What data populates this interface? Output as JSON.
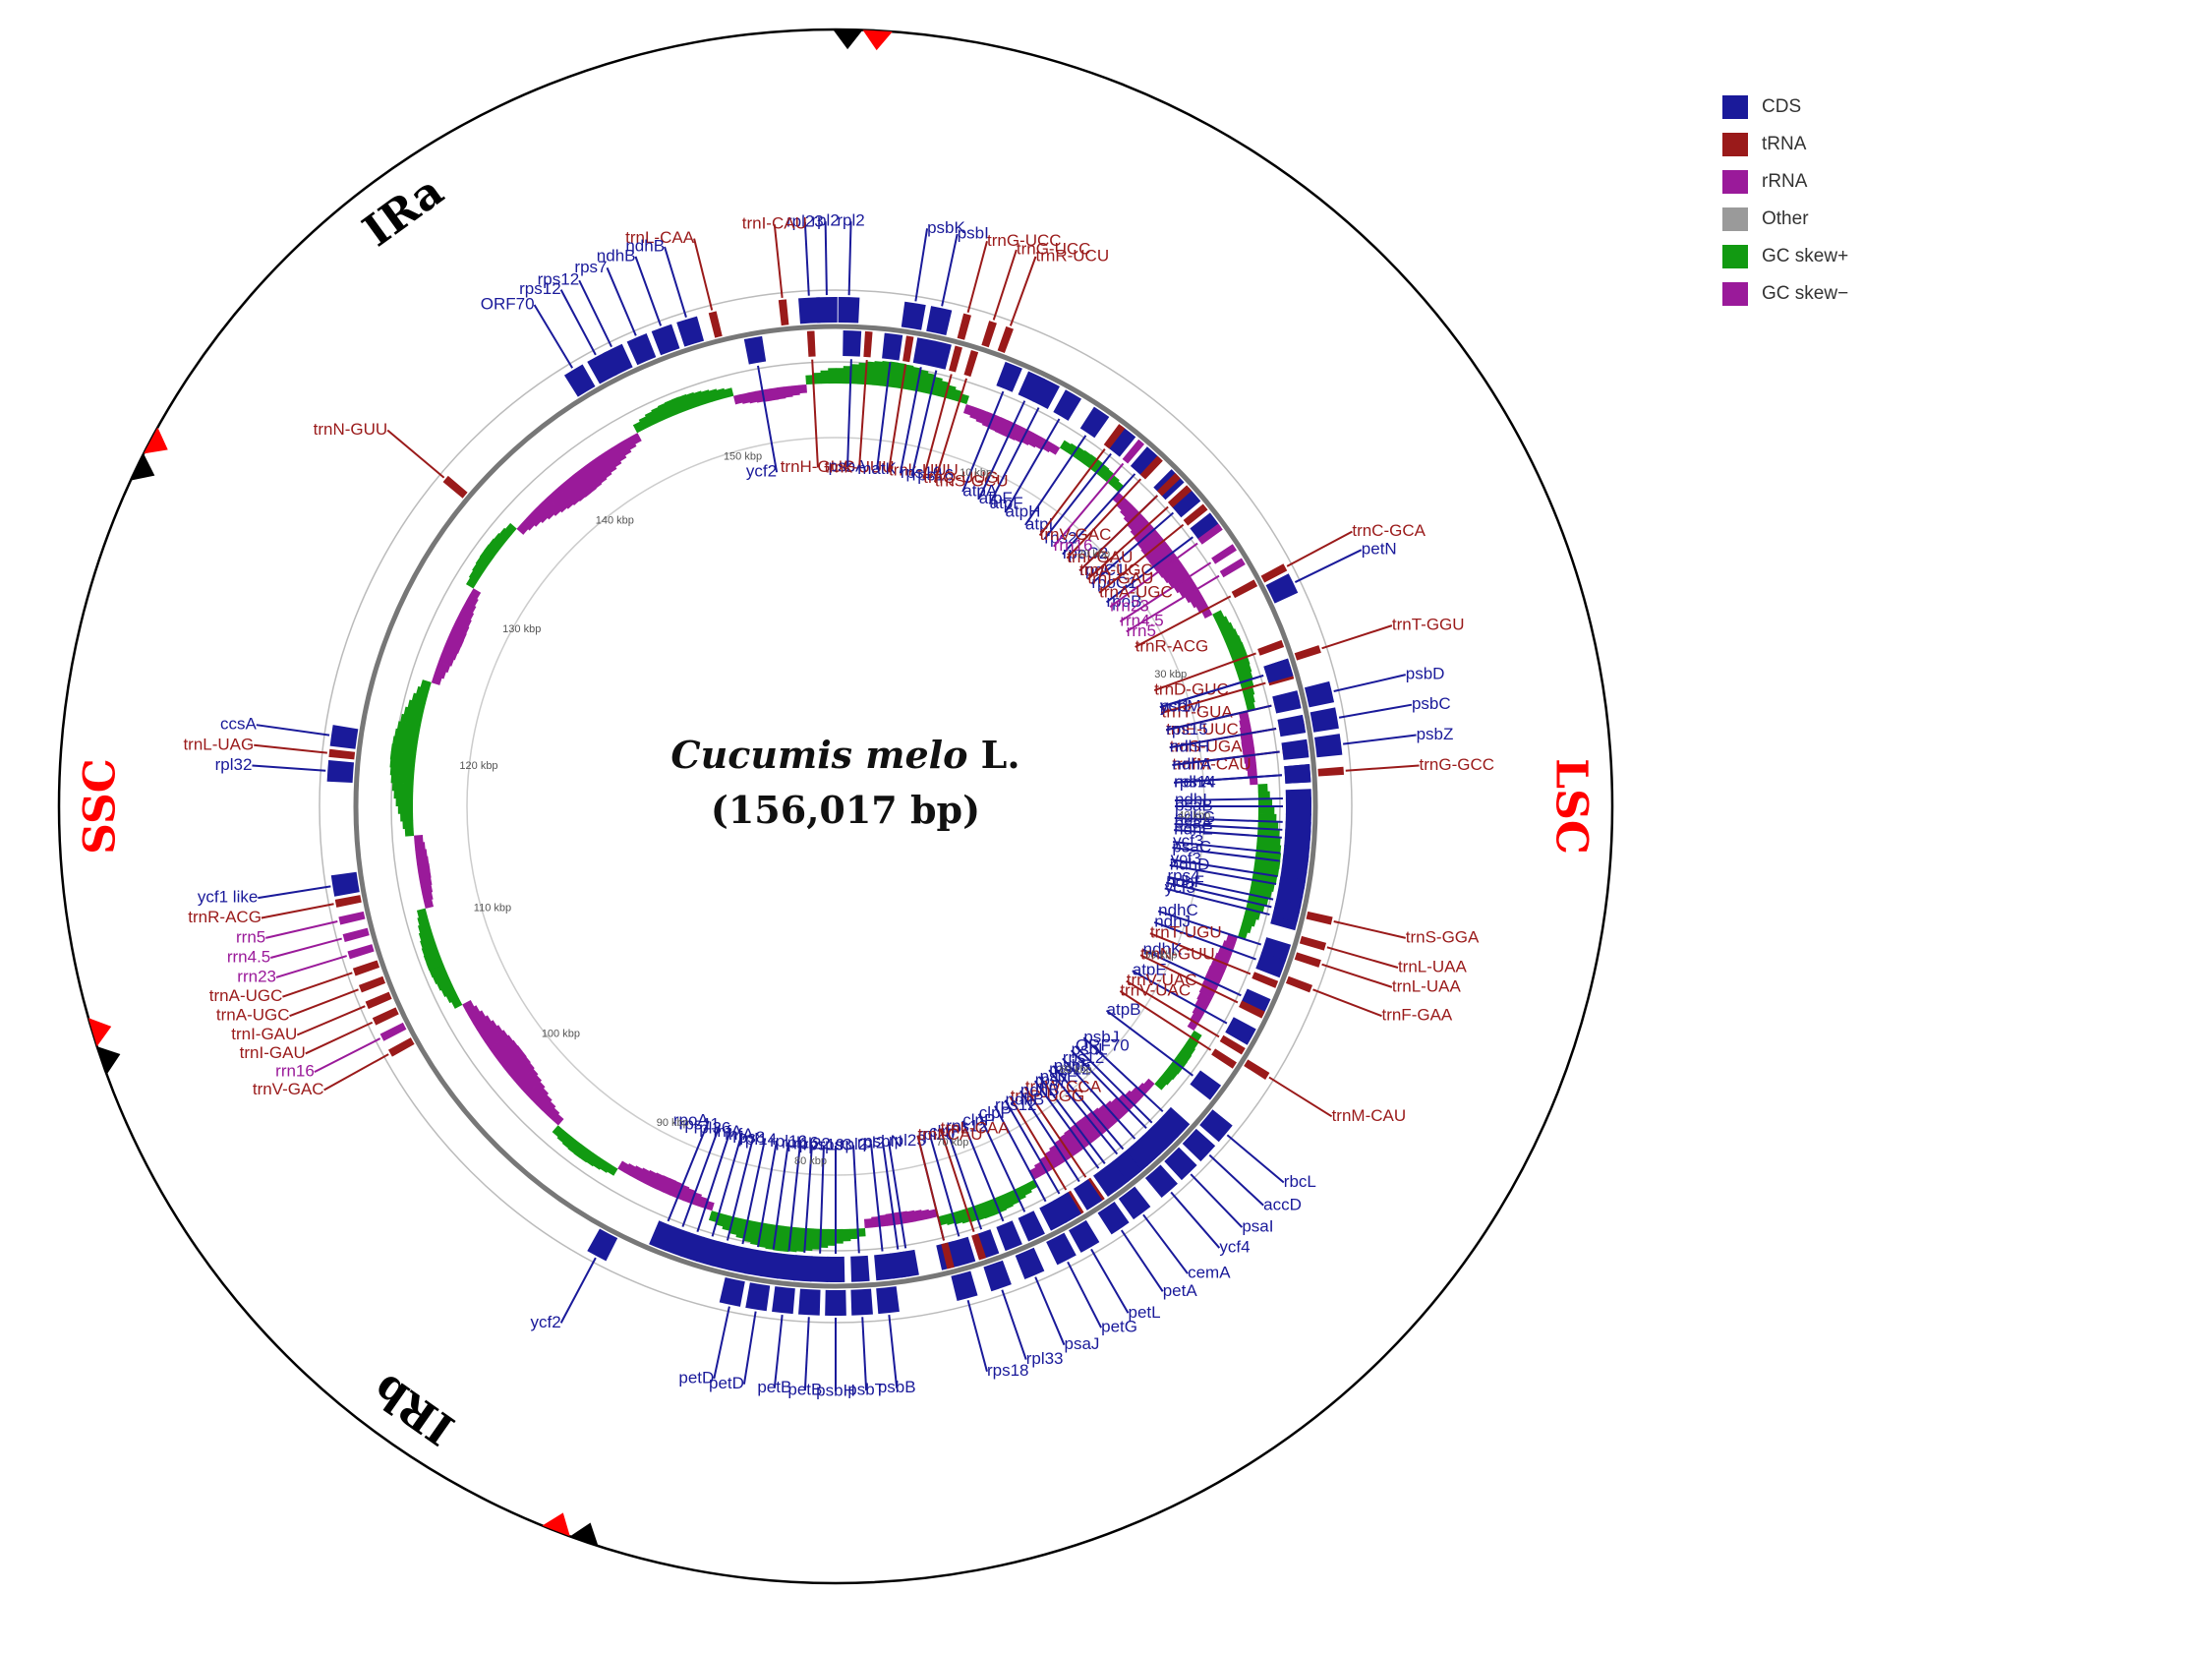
{
  "colors": {
    "cds": "#1a1a9a",
    "trna": "#9a1a1a",
    "rrna": "#9a1a9a",
    "other": "#9a9a9a",
    "gc_plus": "#129a12",
    "gc_minus": "#9a1a9a",
    "region_red": "#ff0000",
    "region_black": "#000000"
  },
  "title": {
    "species": "Cucumis melo",
    "authority": "L.",
    "length": "(156,017 bp)"
  },
  "legend": [
    {
      "label": "CDS",
      "color": "#1a1a9a"
    },
    {
      "label": "tRNA",
      "color": "#9a1a1a"
    },
    {
      "label": "rRNA",
      "color": "#9a1a9a"
    },
    {
      "label": "Other",
      "color": "#9a9a9a"
    },
    {
      "label": "GC skew+",
      "color": "#129a12"
    },
    {
      "label": "GC skew−",
      "color": "#9a1a9a"
    }
  ],
  "regions": [
    {
      "label": "IRa",
      "angle": -36,
      "color": "black"
    },
    {
      "label": "SSC",
      "angle": -90,
      "color": "red"
    },
    {
      "label": "IRb",
      "angle": -145,
      "color": "black"
    },
    {
      "label": "LSC",
      "angle": 90,
      "color": "red"
    }
  ],
  "boundaries": [
    {
      "angle": 2
    },
    {
      "angle": -63
    },
    {
      "angle": -108
    },
    {
      "angle": -160
    }
  ],
  "kbp_ticks": [
    "10 kbp",
    "20 kbp",
    "30 kbp",
    "40 kbp",
    "50 kbp",
    "60 kbp",
    "70 kbp",
    "80 kbp",
    "90 kbp",
    "100 kbp",
    "110 kbp",
    "120 kbp",
    "130 kbp",
    "140 kbp",
    "150 kbp"
  ],
  "genes_outer": [
    {
      "name": "rpl23",
      "type": "cds",
      "ang": -3
    },
    {
      "name": "rpl2",
      "type": "cds",
      "ang": -1
    },
    {
      "name": "rpl2",
      "type": "cds",
      "ang": 1.5
    },
    {
      "name": "trnI-CAU",
      "type": "trna",
      "ang": -6
    },
    {
      "name": "trnL-CAA",
      "type": "trna",
      "ang": -14
    },
    {
      "name": "ndhB",
      "type": "cds",
      "ang": -17
    },
    {
      "name": "ndhB",
      "type": "cds",
      "ang": -20
    },
    {
      "name": "rps7",
      "type": "cds",
      "ang": -23
    },
    {
      "name": "rps12",
      "type": "cds",
      "ang": -26
    },
    {
      "name": "rps12",
      "type": "cds",
      "ang": -28
    },
    {
      "name": "ORF70",
      "type": "cds",
      "ang": -31
    },
    {
      "name": "trnN-GUU",
      "type": "trna",
      "ang": -50
    },
    {
      "name": "ccsA",
      "type": "cds",
      "ang": -82
    },
    {
      "name": "trnL-UAG",
      "type": "trna",
      "ang": -84
    },
    {
      "name": "rpl32",
      "type": "cds",
      "ang": -86
    },
    {
      "name": "ycf1 like",
      "type": "cds",
      "ang": -99
    },
    {
      "name": "trnR-ACG",
      "type": "trna",
      "ang": -101
    },
    {
      "name": "rrn5",
      "type": "rrna",
      "ang": -103
    },
    {
      "name": "rrn4.5",
      "type": "rrna",
      "ang": -105
    },
    {
      "name": "rrn23",
      "type": "rrna",
      "ang": -107
    },
    {
      "name": "trnA-UGC",
      "type": "trna",
      "ang": -109
    },
    {
      "name": "trnA-UGC",
      "type": "trna",
      "ang": -111
    },
    {
      "name": "trnI-GAU",
      "type": "trna",
      "ang": -113
    },
    {
      "name": "trnI-GAU",
      "type": "trna",
      "ang": -115
    },
    {
      "name": "rrn16",
      "type": "rrna",
      "ang": -117
    },
    {
      "name": "trnV-GAC",
      "type": "trna",
      "ang": -119
    },
    {
      "name": "ycf2",
      "type": "cds",
      "ang": -152
    },
    {
      "name": "petD",
      "type": "cds",
      "ang": -168
    },
    {
      "name": "petD",
      "type": "cds",
      "ang": -171
    },
    {
      "name": "petB",
      "type": "cds",
      "ang": -174
    },
    {
      "name": "petB",
      "type": "cds",
      "ang": -177
    },
    {
      "name": "psbH",
      "type": "cds",
      "ang": -180
    },
    {
      "name": "psbT",
      "type": "cds",
      "ang": 177
    },
    {
      "name": "psbB",
      "type": "cds",
      "ang": 174
    },
    {
      "name": "rps18",
      "type": "cds",
      "ang": 165
    },
    {
      "name": "rpl33",
      "type": "cds",
      "ang": 161
    },
    {
      "name": "psaJ",
      "type": "cds",
      "ang": 157
    },
    {
      "name": "petG",
      "type": "cds",
      "ang": 153
    },
    {
      "name": "petL",
      "type": "cds",
      "ang": 150
    },
    {
      "name": "petA",
      "type": "cds",
      "ang": 146
    },
    {
      "name": "cemA",
      "type": "cds",
      "ang": 143
    },
    {
      "name": "ycf4",
      "type": "cds",
      "ang": 139
    },
    {
      "name": "psaI",
      "type": "cds",
      "ang": 136
    },
    {
      "name": "accD",
      "type": "cds",
      "ang": 133
    },
    {
      "name": "rbcL",
      "type": "cds",
      "ang": 130
    },
    {
      "name": "trnM-CAU",
      "type": "trna",
      "ang": 122
    },
    {
      "name": "trnF-GAA",
      "type": "trna",
      "ang": 111
    },
    {
      "name": "trnL-UAA",
      "type": "trna",
      "ang": 108
    },
    {
      "name": "trnL-UAA",
      "type": "trna",
      "ang": 106
    },
    {
      "name": "trnS-GGA",
      "type": "trna",
      "ang": 103
    },
    {
      "name": "trnG-GCC",
      "type": "trna",
      "ang": 86
    },
    {
      "name": "psbZ",
      "type": "cds",
      "ang": 83
    },
    {
      "name": "psbC",
      "type": "cds",
      "ang": 80
    },
    {
      "name": "psbD",
      "type": "cds",
      "ang": 77
    },
    {
      "name": "trnT-GGU",
      "type": "trna",
      "ang": 72
    },
    {
      "name": "petN",
      "type": "cds",
      "ang": 64
    },
    {
      "name": "trnC-GCA",
      "type": "trna",
      "ang": 62
    },
    {
      "name": "trnR-UCU",
      "type": "trna",
      "ang": 20
    },
    {
      "name": "trnG-UCC",
      "type": "trna",
      "ang": 18
    },
    {
      "name": "trnG-UCC",
      "type": "trna",
      "ang": 15
    },
    {
      "name": "psbI",
      "type": "cds",
      "ang": 12
    },
    {
      "name": "psbK",
      "type": "cds",
      "ang": 9
    }
  ],
  "genes_inner": [
    {
      "name": "ycf2",
      "type": "cds",
      "ang": -10
    },
    {
      "name": "trnH-GUG",
      "type": "trna",
      "ang": -3
    },
    {
      "name": "psbA",
      "type": "cds",
      "ang": 2
    },
    {
      "name": "trnk-UUU",
      "type": "trna",
      "ang": 4
    },
    {
      "name": "matK",
      "type": "cds",
      "ang": 7
    },
    {
      "name": "trnk-UUU",
      "type": "trna",
      "ang": 9
    },
    {
      "name": "rps16",
      "type": "cds",
      "ang": 11
    },
    {
      "name": "rps16",
      "type": "cds",
      "ang": 13
    },
    {
      "name": "trnQ-UUG",
      "type": "trna",
      "ang": 15
    },
    {
      "name": "trnS-GCU",
      "type": "trna",
      "ang": 17
    },
    {
      "name": "atpA",
      "type": "cds",
      "ang": 22
    },
    {
      "name": "atpF",
      "type": "cds",
      "ang": 25
    },
    {
      "name": "atpF",
      "type": "cds",
      "ang": 27
    },
    {
      "name": "atpH",
      "type": "cds",
      "ang": 30
    },
    {
      "name": "atpI",
      "type": "cds",
      "ang": 34
    },
    {
      "name": "rps2",
      "type": "cds",
      "ang": 38
    },
    {
      "name": "rpoC2",
      "type": "cds",
      "ang": 42
    },
    {
      "name": "rpoC1",
      "type": "cds",
      "ang": 46
    },
    {
      "name": "rpoC1",
      "type": "cds",
      "ang": 49
    },
    {
      "name": "rpoB",
      "type": "cds",
      "ang": 53
    },
    {
      "name": "trnD-GUC",
      "type": "trna",
      "ang": 70
    },
    {
      "name": "psbM",
      "type": "cds",
      "ang": 73
    },
    {
      "name": "trnY-GUA",
      "type": "trna",
      "ang": 74
    },
    {
      "name": "trnE-UUC",
      "type": "trna",
      "ang": 77
    },
    {
      "name": "trnS-UGA",
      "type": "trna",
      "ang": 80
    },
    {
      "name": "trnfM-CAU",
      "type": "trna",
      "ang": 83
    },
    {
      "name": "rps14",
      "type": "cds",
      "ang": 86
    },
    {
      "name": "psaB",
      "type": "cds",
      "ang": 90
    },
    {
      "name": "psaA",
      "type": "cds",
      "ang": 93
    },
    {
      "name": "ycf3",
      "type": "cds",
      "ang": 96
    },
    {
      "name": "ycf3",
      "type": "cds",
      "ang": 99
    },
    {
      "name": "rps4",
      "type": "cds",
      "ang": 102
    },
    {
      "name": "ycf3",
      "type": "cds",
      "ang": 104
    },
    {
      "name": "ndhC",
      "type": "cds",
      "ang": 108
    },
    {
      "name": "ndhJ",
      "type": "cds",
      "ang": 110
    },
    {
      "name": "trnT-UGU",
      "type": "trna",
      "ang": 112
    },
    {
      "name": "ndhK",
      "type": "cds",
      "ang": 115
    },
    {
      "name": "atpE",
      "type": "cds",
      "ang": 119
    },
    {
      "name": "trnV-UAC",
      "type": "trna",
      "ang": 121
    },
    {
      "name": "trnV-UAC",
      "type": "trna",
      "ang": 123
    },
    {
      "name": "atpB",
      "type": "cds",
      "ang": 127
    },
    {
      "name": "psbJ",
      "type": "cds",
      "ang": 133
    },
    {
      "name": "psbL",
      "type": "cds",
      "ang": 136
    },
    {
      "name": "psbF",
      "type": "cds",
      "ang": 140
    },
    {
      "name": "psbE",
      "type": "cds",
      "ang": 143
    },
    {
      "name": "trnW-CCA",
      "type": "trna",
      "ang": 146
    },
    {
      "name": "trnP-UGG",
      "type": "trna",
      "ang": 149
    },
    {
      "name": "rps12",
      "type": "cds",
      "ang": 152
    },
    {
      "name": "clpP",
      "type": "cds",
      "ang": 155
    },
    {
      "name": "clpP",
      "type": "cds",
      "ang": 158
    },
    {
      "name": "rps12",
      "type": "cds",
      "ang": 161
    },
    {
      "name": "clpP",
      "type": "cds",
      "ang": 164
    },
    {
      "name": "rpl20",
      "type": "cds",
      "ang": 166
    },
    {
      "name": "psbN",
      "type": "cds",
      "ang": 172
    },
    {
      "name": "rps19",
      "type": "cds",
      "ang": -178
    },
    {
      "name": "rpl22",
      "type": "cds",
      "ang": -176
    },
    {
      "name": "rpl16",
      "type": "cds",
      "ang": -174
    },
    {
      "name": "rpl16",
      "type": "cds",
      "ang": -172
    },
    {
      "name": "rpl14",
      "type": "cds",
      "ang": -170
    },
    {
      "name": "rps8",
      "type": "cds",
      "ang": -168
    },
    {
      "name": "infA",
      "type": "cds",
      "ang": -166
    },
    {
      "name": "infA",
      "type": "cds",
      "ang": -164
    },
    {
      "name": "rpl36",
      "type": "cds",
      "ang": -162
    },
    {
      "name": "rps11",
      "type": "cds",
      "ang": -160
    },
    {
      "name": "rpoA",
      "type": "cds",
      "ang": -158
    },
    {
      "name": "rps3",
      "type": "cds",
      "ang": -180
    },
    {
      "name": "rpl2",
      "type": "cds",
      "ang": -183
    },
    {
      "name": "rpl2",
      "type": "cds",
      "ang": -186
    },
    {
      "name": "rpl23",
      "type": "cds",
      "ang": -189
    },
    {
      "name": "trnI-CAU",
      "type": "trna",
      "ang": -194
    },
    {
      "name": "trnL-CAA",
      "type": "trna",
      "ang": -198
    },
    {
      "name": "ndhB",
      "type": "cds",
      "ang": -210
    },
    {
      "name": "ndhB",
      "type": "cds",
      "ang": -213
    },
    {
      "name": "rps7",
      "type": "cds",
      "ang": -216
    },
    {
      "name": "rps12",
      "type": "cds",
      "ang": -219
    },
    {
      "name": "rps12",
      "type": "cds",
      "ang": -222
    },
    {
      "name": "ORF70",
      "type": "cds",
      "ang": -225
    },
    {
      "name": "trnN-GUU",
      "type": "trna",
      "ang": -244
    },
    {
      "name": "ndhF",
      "type": "cds",
      "ang": -257
    },
    {
      "name": "ndhD",
      "type": "cds",
      "ang": -260
    },
    {
      "name": "psaC",
      "type": "cds",
      "ang": -263
    },
    {
      "name": "ndhE",
      "type": "cds",
      "ang": -266
    },
    {
      "name": "ndhG",
      "type": "cds",
      "ang": -268
    },
    {
      "name": "ndhI",
      "type": "cds",
      "ang": -271
    },
    {
      "name": "ndhA",
      "type": "cds",
      "ang": -274
    },
    {
      "name": "ndhA",
      "type": "cds",
      "ang": -277
    },
    {
      "name": "ndhH",
      "type": "cds",
      "ang": -280
    },
    {
      "name": "rps15",
      "type": "cds",
      "ang": -283
    },
    {
      "name": "ycf1",
      "type": "cds",
      "ang": -287
    },
    {
      "name": "trnR-ACG",
      "type": "trna",
      "ang": -298
    },
    {
      "name": "rrn5",
      "type": "rrna",
      "ang": -301
    },
    {
      "name": "rrn4.5",
      "type": "rrna",
      "ang": -303
    },
    {
      "name": "rrn23",
      "type": "rrna",
      "ang": -306
    },
    {
      "name": "trnA-UGC",
      "type": "trna",
      "ang": -309
    },
    {
      "name": "trnI-GAU",
      "type": "trna",
      "ang": -312
    },
    {
      "name": "trnA-UGC",
      "type": "trna",
      "ang": -314
    },
    {
      "name": "trnI-GAU",
      "type": "trna",
      "ang": -317
    },
    {
      "name": "rrn16",
      "type": "rrna",
      "ang": -320
    },
    {
      "name": "trnV-GAC",
      "type": "trna",
      "ang": -323
    }
  ]
}
